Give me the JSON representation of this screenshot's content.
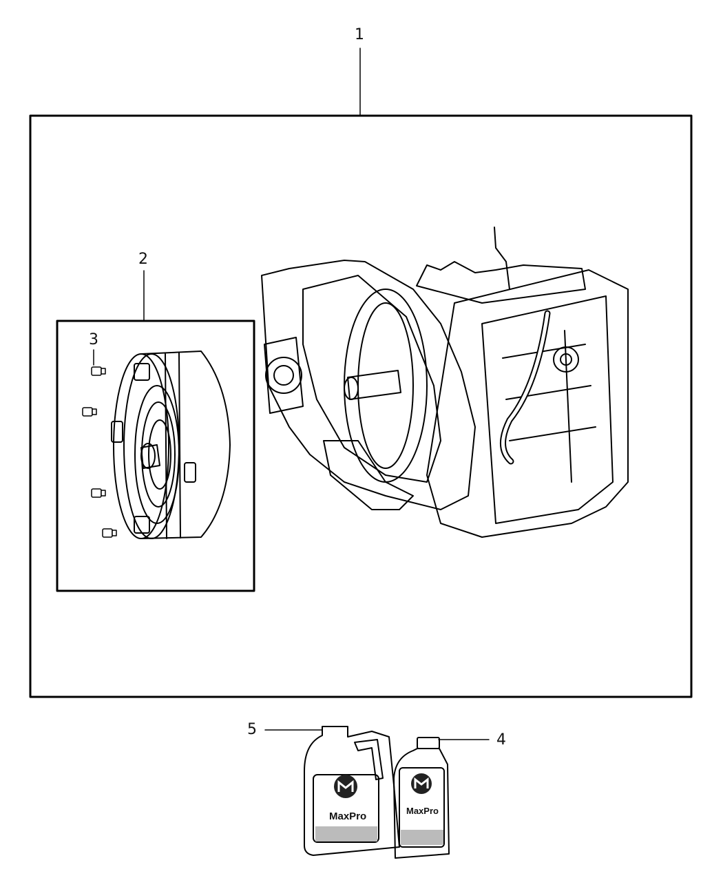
{
  "callouts": {
    "c1": "1",
    "c2": "2",
    "c3": "3",
    "c4": "4",
    "c5": "5"
  },
  "labels": {
    "jug_large_label": "MaxPro",
    "jug_small_label": "MaxPro"
  },
  "icons": {
    "brand": "mopar-logo-icon",
    "transmission": "transmission-assembly-icon",
    "converter": "torque-converter-icon",
    "bolt": "bolt-icon",
    "jug": "fluid-jug-icon",
    "bottle": "fluid-bottle-icon"
  }
}
